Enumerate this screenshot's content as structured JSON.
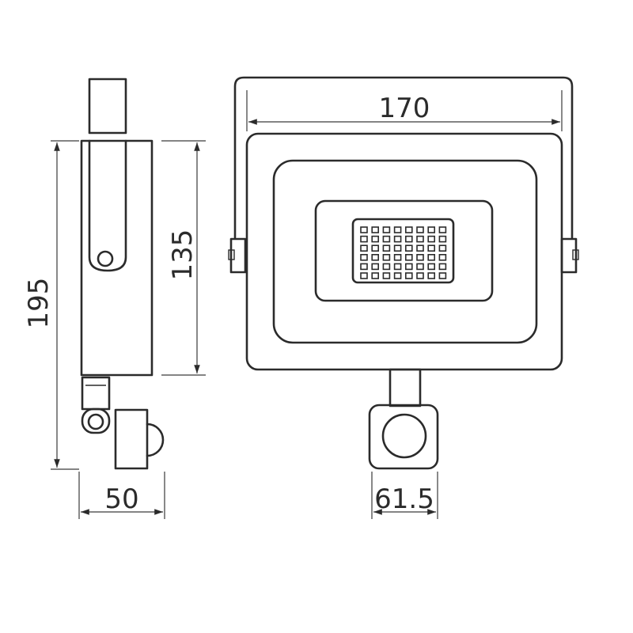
{
  "dimensions": {
    "width_front": "170",
    "height_side_total": "195",
    "height_side_body": "135",
    "depth_side": "50",
    "sensor_width": "61.5"
  },
  "led_grid": {
    "rows": 6,
    "cols": 8
  },
  "colors": {
    "line": "#2b2b2b",
    "background": "#ffffff"
  }
}
